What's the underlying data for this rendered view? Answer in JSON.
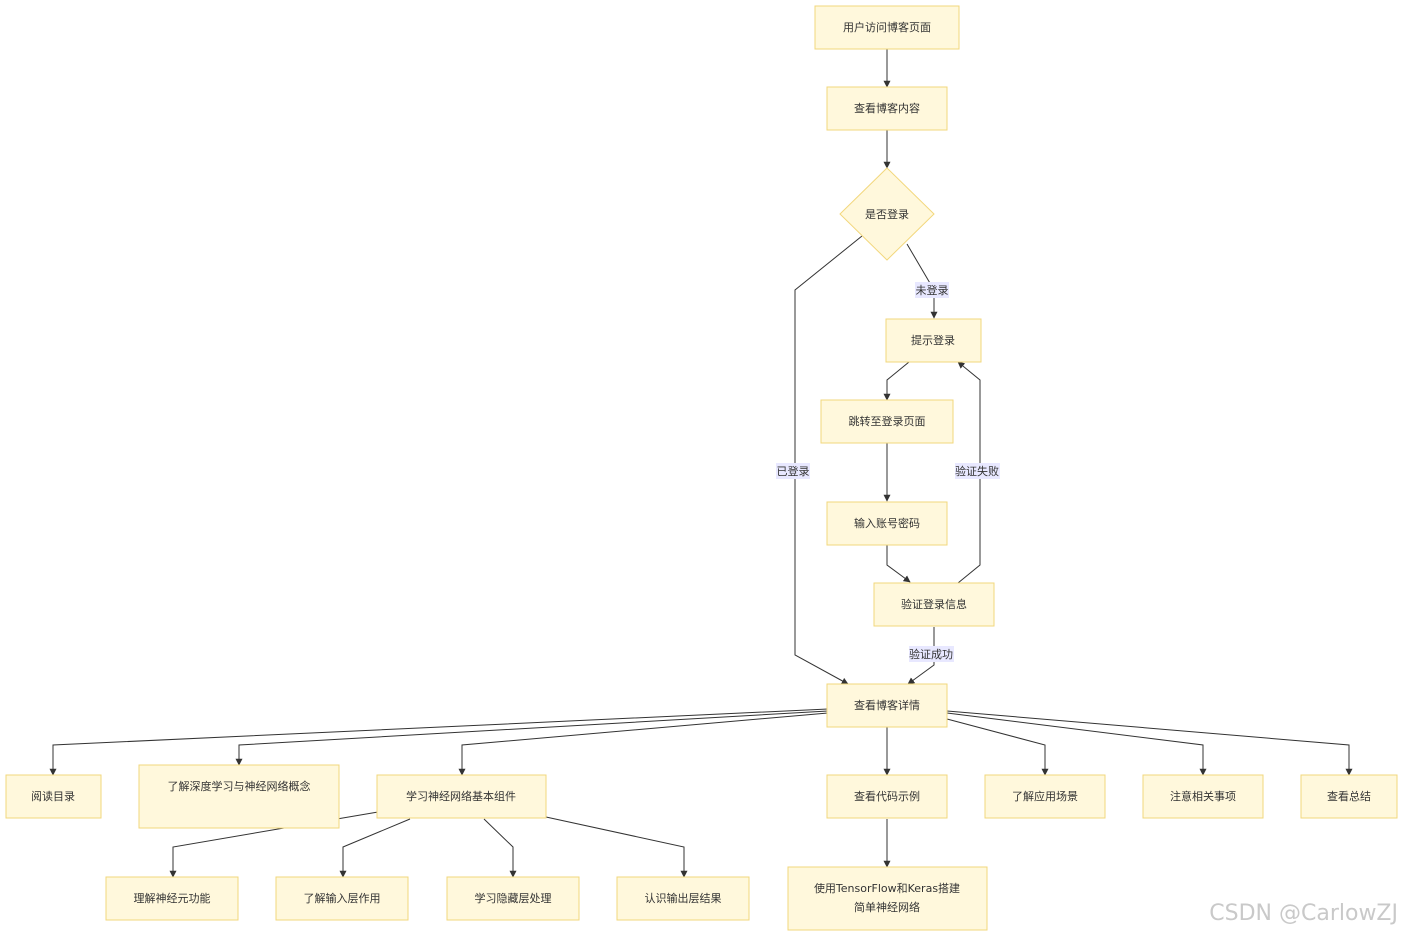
{
  "nodes": {
    "visit": "用户访问博客页面",
    "view_content": "查看博客内容",
    "is_logged_in": "是否登录",
    "prompt_login": "提示登录",
    "goto_login": "跳转至登录页面",
    "enter_credentials": "输入账号密码",
    "verify_login": "验证登录信息",
    "view_details": "查看博客详情",
    "read_toc": "阅读目录",
    "understand_concepts": "了解深度学习与神经网络概念",
    "learn_components": "学习神经网络基本组件",
    "view_code": "查看代码示例",
    "application_scenarios": "了解应用场景",
    "notes": "注意相关事项",
    "view_summary": "查看总结",
    "neuron_function": "理解神经元功能",
    "input_layer": "了解输入层作用",
    "hidden_layer": "学习隐藏层处理",
    "output_layer": "认识输出层结果",
    "build_network_line1": "使用TensorFlow和Keras搭建",
    "build_network_line2": "简单神经网络"
  },
  "edge_labels": {
    "not_logged_in": "未登录",
    "logged_in": "已登录",
    "verify_failed": "验证失败",
    "verify_success": "验证成功"
  },
  "colors": {
    "node_fill": "#fff8dc",
    "node_border": "#f2d77c",
    "edge": "#333333",
    "edge_label_bg": "#e8e8ff"
  },
  "watermark": "CSDN @CarlowZJ"
}
